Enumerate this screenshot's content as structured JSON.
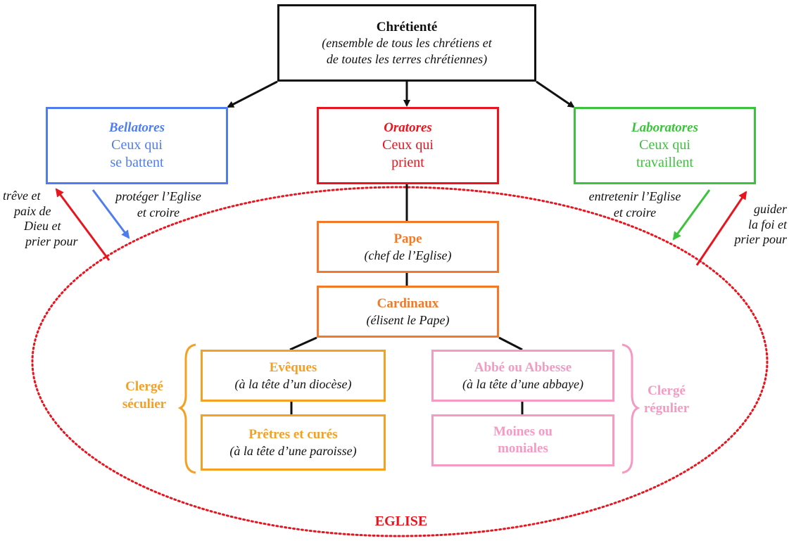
{
  "diagram": {
    "root": {
      "title": "Chrétienté",
      "subtitle_line1": "(ensemble de tous les chrétiens et",
      "subtitle_line2": "de toutes les terres chrétiennes)"
    },
    "orders": [
      {
        "title": "Bellatores",
        "line1": "Ceux qui",
        "line2": "se battent",
        "color": "#4f7cf0"
      },
      {
        "title": "Oratores",
        "line1": "Ceux qui",
        "line2": "prient",
        "color": "#e8141e"
      },
      {
        "title": "Laboratores",
        "line1": "Ceux qui",
        "line2": "travaillent",
        "color": "#3cc23c"
      }
    ],
    "relations": {
      "bellatores_down": {
        "line1": "protéger l’Eglise",
        "line2": "et croire",
        "color": "#4f7cf0"
      },
      "bellatores_up": {
        "line1": "trêve et",
        "line2": "paix de",
        "line3": "Dieu  et",
        "line4": "prier pour",
        "color": "#e8141e"
      },
      "laboratores_down": {
        "line1": "entretenir l’Eglise",
        "line2": "et croire",
        "color": "#3cc23c"
      },
      "laboratores_up": {
        "line1": "guider",
        "line2": "la foi et",
        "line3": "prier pour",
        "color": "#e8141e"
      }
    },
    "church": {
      "label": "EGLISE",
      "color": "#e8141e",
      "pape": {
        "title": "Pape",
        "subtitle": "(chef de l’Eglise)",
        "color": "#f07a2a"
      },
      "cardinaux": {
        "title": "Cardinaux",
        "subtitle": "(élisent le Pape)",
        "color": "#f07a2a"
      },
      "seculier": {
        "label_line1": "Clergé",
        "label_line2": "séculier",
        "color": "#f5a023",
        "eveques": {
          "title": "Evêques",
          "subtitle": "(à la tête d’un diocèse)"
        },
        "pretres": {
          "title": "Prêtres et curés",
          "subtitle": "(à la tête d’une paroisse)"
        }
      },
      "regulier": {
        "label_line1": "Clergé",
        "label_line2": "régulier",
        "color": "#f49ac3",
        "abbe": {
          "title": "Abbé ou Abbesse",
          "subtitle": "(à la tête d’une abbaye)"
        },
        "moines": {
          "line1": "Moines ou",
          "line2": "moniales"
        }
      }
    }
  }
}
